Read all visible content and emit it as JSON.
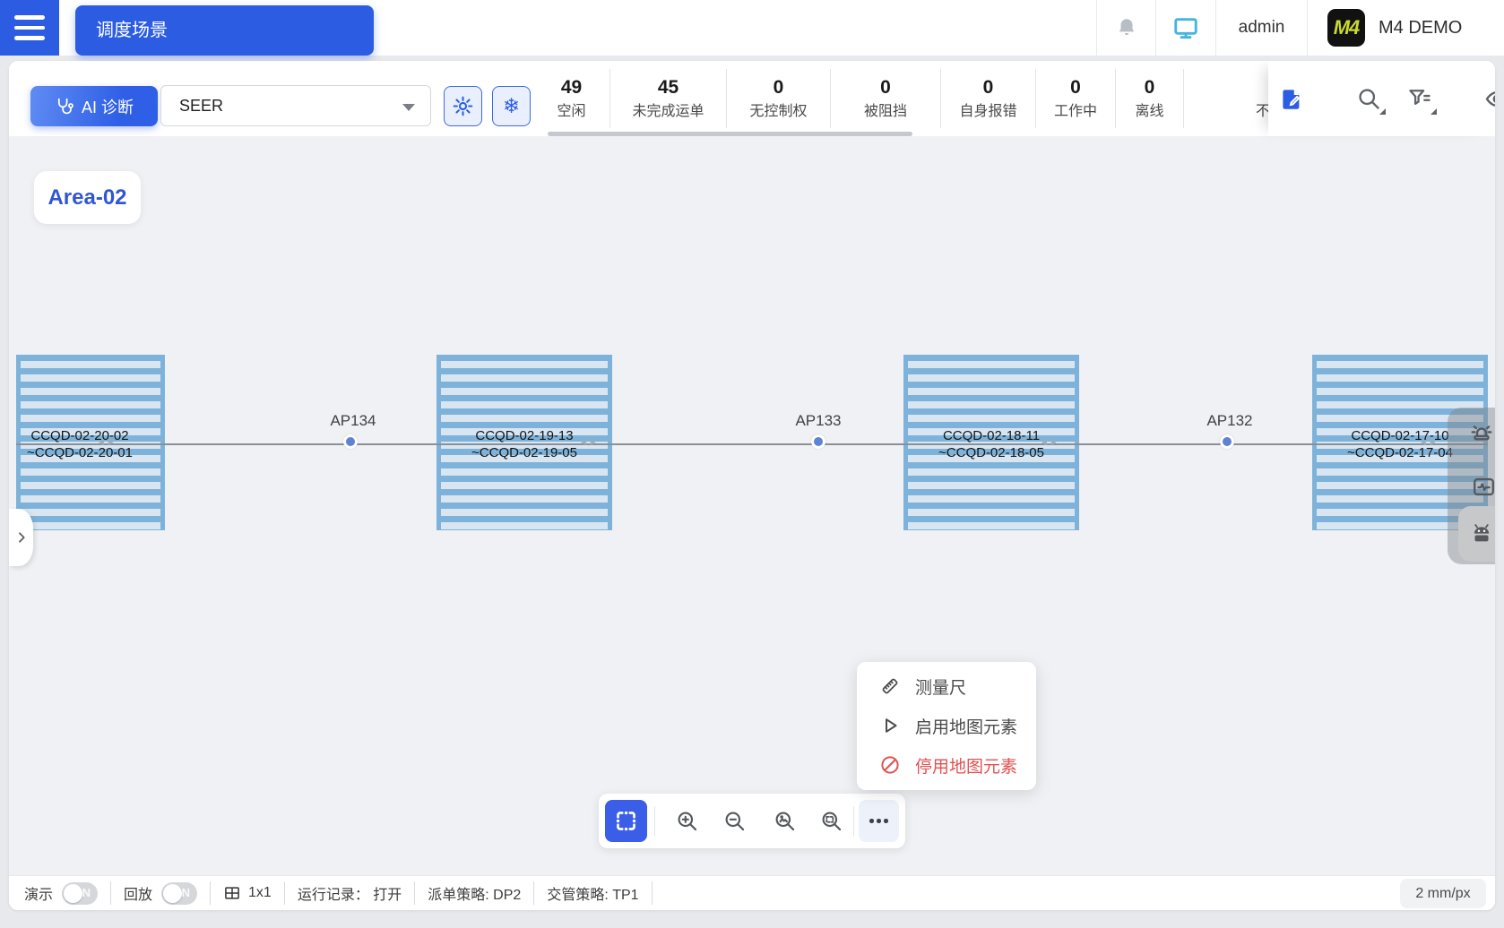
{
  "header": {
    "tab_label": "调度场景",
    "username": "admin",
    "logo_text": "M4",
    "brand": "M4 DEMO"
  },
  "toolbar": {
    "ai_button_label": "AI 诊断",
    "scene_select_value": "SEER",
    "stats": [
      {
        "value": "49",
        "label": "空闲"
      },
      {
        "value": "45",
        "label": "未完成运单"
      },
      {
        "value": "0",
        "label": "无控制权"
      },
      {
        "value": "0",
        "label": "被阻挡"
      },
      {
        "value": "0",
        "label": "自身报错"
      },
      {
        "value": "0",
        "label": "工作中"
      },
      {
        "value": "0",
        "label": "离线"
      },
      {
        "value": "",
        "label": "不"
      }
    ]
  },
  "map": {
    "area_badge": "Area-02",
    "points": [
      "AP134",
      "AP133",
      "AP132"
    ],
    "racks": [
      {
        "line1": "CCQD-02-20-02",
        "line2": "~CCQD-02-20-01"
      },
      {
        "line1": "CCQD-02-19-13",
        "line2": "~CCQD-02-19-05"
      },
      {
        "line1": "CCQD-02-18-11",
        "line2": "~CCQD-02-18-05"
      },
      {
        "line1": "CCQD-02-17-10",
        "line2": "~CCQD-02-17-04"
      }
    ]
  },
  "context_menu": {
    "items": [
      {
        "label": "测量尺"
      },
      {
        "label": "启用地图元素"
      },
      {
        "label": "停用地图元素"
      }
    ]
  },
  "status_bar": {
    "demo_label": "演示",
    "demo_state": "N",
    "replay_label": "回放",
    "replay_state": "N",
    "grid_value": "1x1",
    "run_record": "运行记录： 打开",
    "dispatch_policy": "派单策略: DP2",
    "traffic_policy": "交管策略: TP1",
    "scale": "2 mm/px"
  },
  "icons": {
    "snowflake": "❄",
    "rack_arrows": "◄►"
  },
  "colors": {
    "accent_blue": "#2b5ce2",
    "rack_blue": "#7db3da",
    "rack_light": "#d9e6f2",
    "dot_blue": "#5e82d6",
    "danger_red": "#e05252",
    "monitor_cyan": "#45b5dc",
    "logo_yellow": "#c9da2e"
  }
}
